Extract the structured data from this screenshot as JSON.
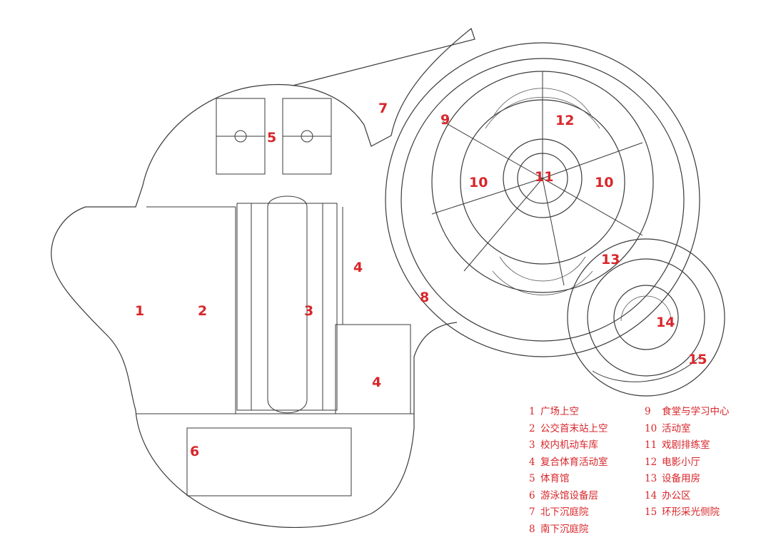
{
  "colors": {
    "accent": "#d8262b",
    "line": "#3a3a3a",
    "fill": "#ffffff"
  },
  "zones": [
    {
      "id": "1",
      "label": "1"
    },
    {
      "id": "2",
      "label": "2"
    },
    {
      "id": "3",
      "label": "3"
    },
    {
      "id": "4a",
      "label": "4"
    },
    {
      "id": "4b",
      "label": "4"
    },
    {
      "id": "5",
      "label": "5"
    },
    {
      "id": "6",
      "label": "6"
    },
    {
      "id": "7",
      "label": "7"
    },
    {
      "id": "8",
      "label": "8"
    },
    {
      "id": "9",
      "label": "9"
    },
    {
      "id": "10a",
      "label": "10"
    },
    {
      "id": "10b",
      "label": "10"
    },
    {
      "id": "11",
      "label": "11"
    },
    {
      "id": "12",
      "label": "12"
    },
    {
      "id": "13",
      "label": "13"
    },
    {
      "id": "14",
      "label": "14"
    },
    {
      "id": "15",
      "label": "15"
    }
  ],
  "legend": [
    {
      "num": "1",
      "text": "广场上空"
    },
    {
      "num": "2",
      "text": "公交首末站上空"
    },
    {
      "num": "3",
      "text": "校内机动车库"
    },
    {
      "num": "4",
      "text": "复合体育活动室"
    },
    {
      "num": "5",
      "text": "体育馆"
    },
    {
      "num": "6",
      "text": "游泳馆设备层"
    },
    {
      "num": "7",
      "text": "北下沉庭院"
    },
    {
      "num": "8",
      "text": "南下沉庭院"
    },
    {
      "num": "9",
      "text": "食堂与学习中心"
    },
    {
      "num": "10",
      "text": "活动室"
    },
    {
      "num": "11",
      "text": "戏剧排练室"
    },
    {
      "num": "12",
      "text": "电影小厅"
    },
    {
      "num": "13",
      "text": "设备用房"
    },
    {
      "num": "14",
      "text": "办公区"
    },
    {
      "num": "15",
      "text": "环形采光侧院"
    }
  ]
}
